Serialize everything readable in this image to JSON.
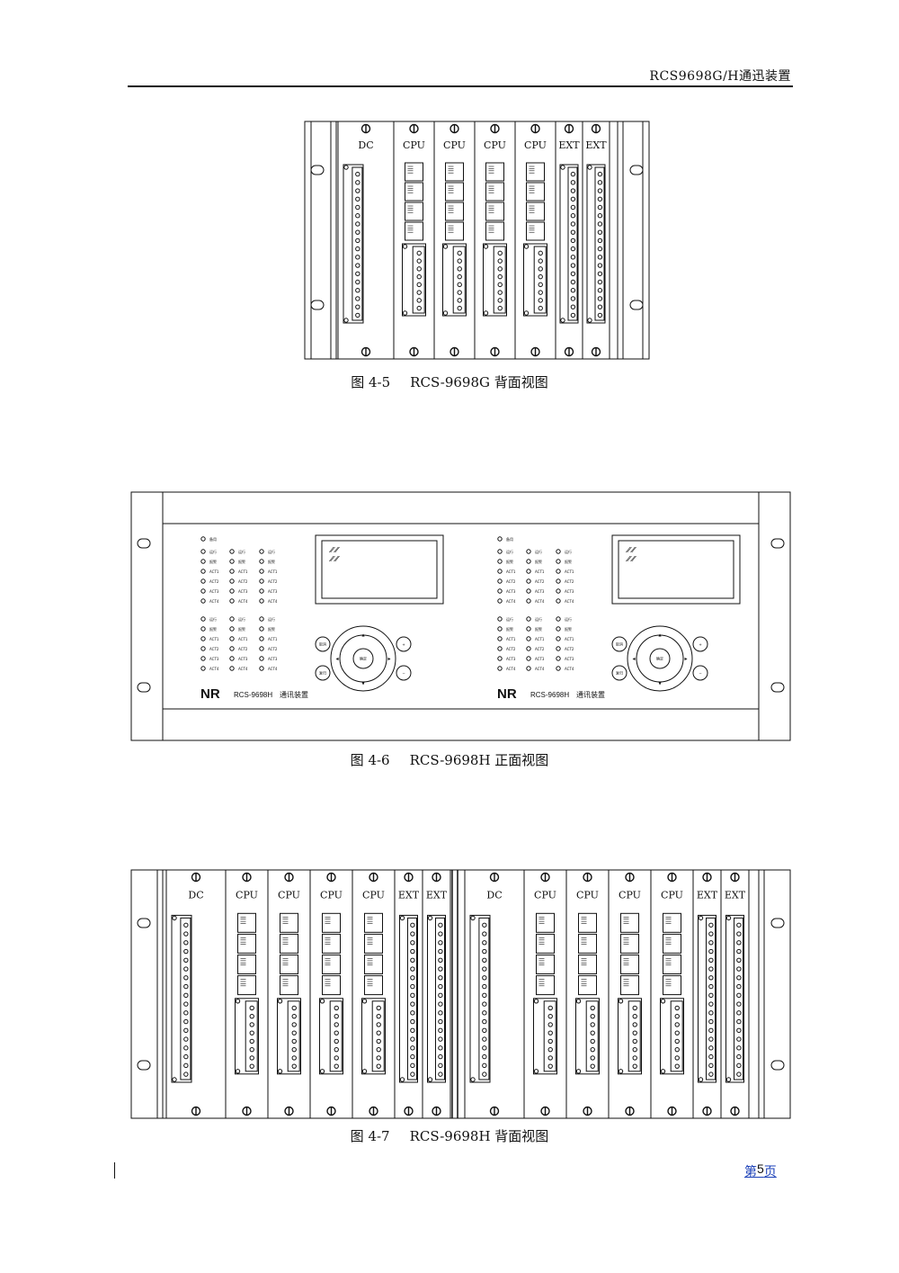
{
  "header": {
    "title": "RCS9698G/H通迅装置"
  },
  "figures": [
    {
      "caption_no": "图 4-5",
      "caption_text": "RCS-9698G 背面视图",
      "modules": [
        "DC",
        "CPU",
        "CPU",
        "CPU",
        "CPU",
        "EXT",
        "EXT"
      ]
    },
    {
      "caption_no": "图 4-6",
      "caption_text": "RCS-9698H 正面视图",
      "panel": {
        "logo": "NR",
        "model": "RCS-9698H",
        "name": "通讯装置",
        "spare_led": "备用",
        "led_groups": [
          [
            "运行",
            "报警",
            "ACT1",
            "ACT2",
            "ACT3",
            "ACT4"
          ],
          [
            "运行",
            "报警",
            "ACT1",
            "ACT2",
            "ACT3",
            "ACT4"
          ]
        ],
        "keys": {
          "up": "▲",
          "down": "▼",
          "left": "◀",
          "right": "▶",
          "ok": "确定",
          "left_top": "取消",
          "left_bottom": "复归",
          "right_top": "+",
          "right_bottom": "−"
        }
      }
    },
    {
      "caption_no": "图 4-7",
      "caption_text": "RCS-9698H 背面视图",
      "modules": [
        "DC",
        "CPU",
        "CPU",
        "CPU",
        "CPU",
        "EXT",
        "EXT",
        "DC",
        "CPU",
        "CPU",
        "CPU",
        "CPU",
        "EXT",
        "EXT"
      ]
    }
  ],
  "footer": {
    "page_prefix": "第",
    "page_number": "5",
    "page_suffix": "页"
  }
}
